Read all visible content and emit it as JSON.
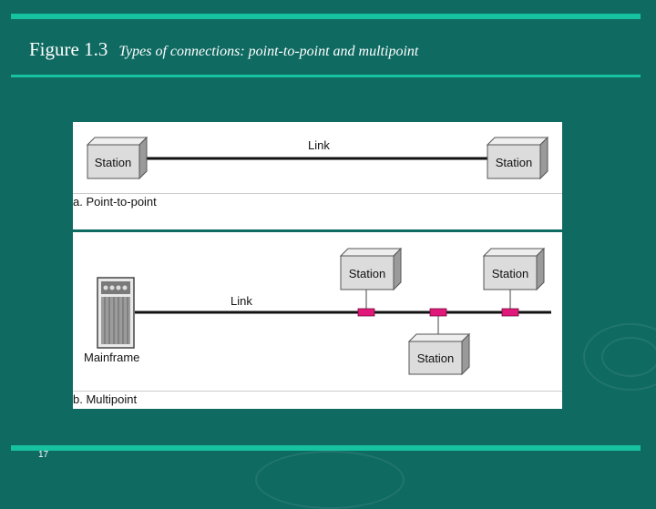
{
  "slide": {
    "figure_number": "Figure 1.3",
    "caption": "Types of connections: point-to-point and multipoint",
    "page_number": "17"
  },
  "diagram_a": {
    "link_label": "Link",
    "left_station": "Station",
    "right_station": "Station",
    "panel_label": "a. Point-to-point"
  },
  "diagram_b": {
    "link_label": "Link",
    "mainframe_label": "Mainframe",
    "station_top_left": "Station",
    "station_top_right": "Station",
    "station_bottom": "Station",
    "panel_label": "b. Multipoint"
  },
  "colors": {
    "background": "#0f6a62",
    "accent_bar": "#16c2a0",
    "box_face": "#dcdcdc",
    "connector": "#e0187a"
  }
}
